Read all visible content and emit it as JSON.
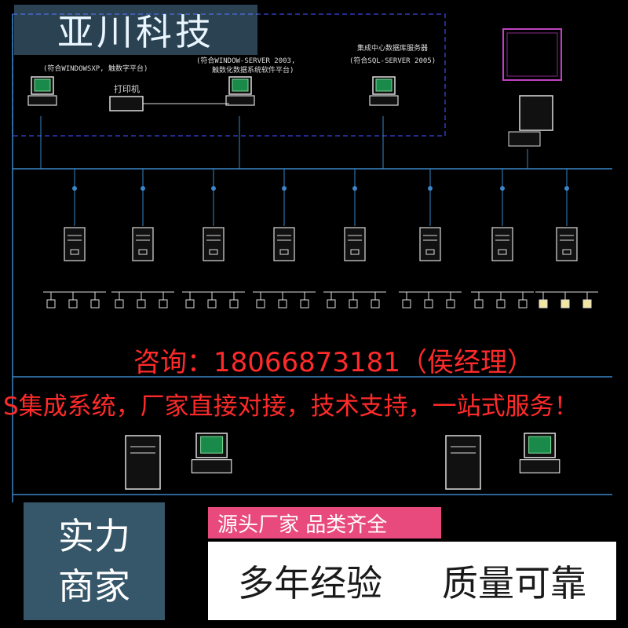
{
  "watermark": {
    "title": "亚川科技"
  },
  "top": {
    "printer_label": "打印机",
    "cap_left": "(符合WINDOWSXP, 触数字平台)",
    "cap_mid1": "(符合WINDOW-SERVER 2003,",
    "cap_mid2": "触数化数据系统软件平台)",
    "cap_right": "(符合SQL-SERVER 2005)",
    "cap_right_title": "集成中心数据库服务器"
  },
  "promo": {
    "line1": "咨询：18066873181（侯经理）",
    "line2": "S集成系统，厂家直接对接，技术支持，一站式服务！"
  },
  "bottom": {
    "band1": "源头厂家  品类齐全",
    "band2_left": "多年经验",
    "band2_right": "质量可靠",
    "side_line1": "实力",
    "side_line2": "商家"
  },
  "colors": {
    "line": "#3a86c8",
    "dashed": "#2f3ab8",
    "red": "#ff2a2a",
    "pink": "#e84a7e",
    "magenta": "#c040c0"
  }
}
